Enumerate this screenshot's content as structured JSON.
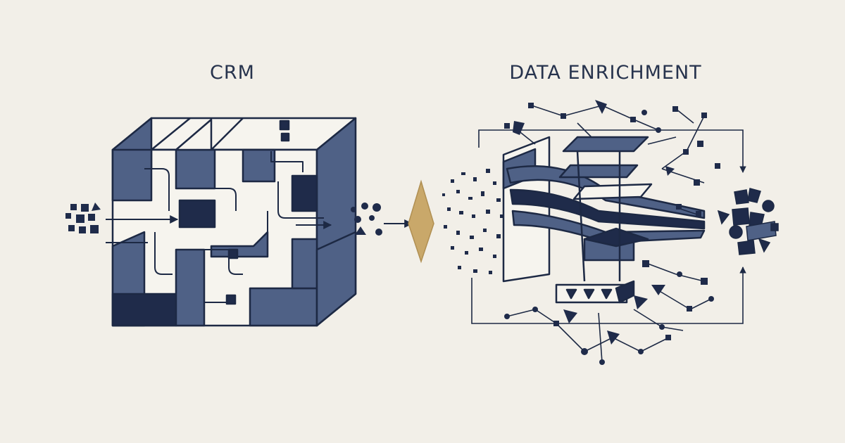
{
  "labels": {
    "left_title": "CRM",
    "right_title": "DATA ENRICHMENT"
  },
  "colors": {
    "background": "#f2efe8",
    "navy": "#1f2b4a",
    "slate": "#4f6186",
    "light_panel": "#f6f4ee",
    "stroke": "#1d2944",
    "gold": "#c9a86a",
    "text": "#27334d"
  },
  "icons": {
    "crm": "maze-cube",
    "transition": "gold-diamond",
    "enrichment": "exploding-data-cube"
  }
}
